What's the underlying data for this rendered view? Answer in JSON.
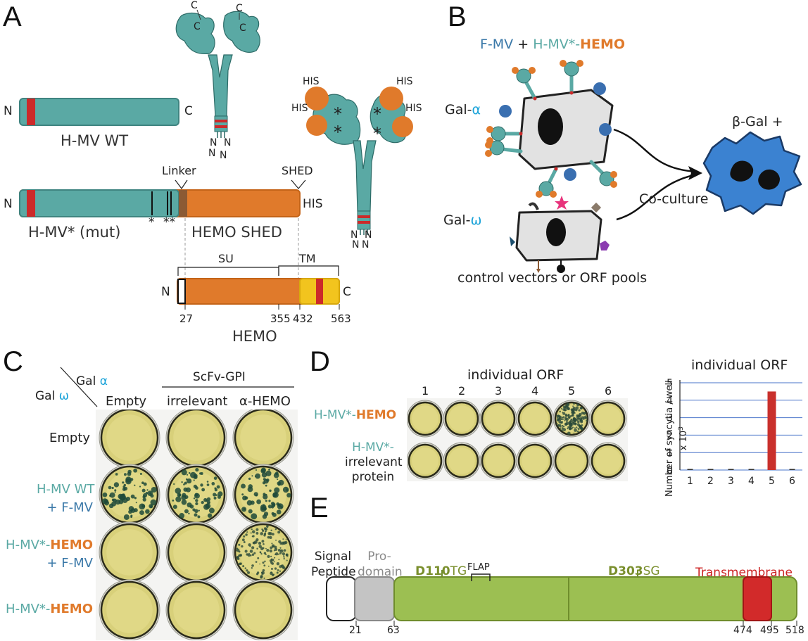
{
  "panels": {
    "a": "A",
    "b": "B",
    "c": "C",
    "d": "D",
    "e": "E"
  },
  "panel_a": {
    "c_term": "C",
    "n_term": "N",
    "his": "HIS",
    "star": "*",
    "stars": "**",
    "hmv_wt": "H-MV WT",
    "hmv_mut": "H-MV* (mut)",
    "hemo_shed": "HEMO SHED",
    "linker": "Linker",
    "shed": "SHED",
    "su": "SU",
    "tm": "TM",
    "pos1": "27",
    "pos2": "355",
    "pos3": "432",
    "pos4": "563",
    "hemo": "HEMO",
    "nnn": "N"
  },
  "panel_b": {
    "fmv": "F-MV",
    "plus": " + ",
    "hmv": "H-MV*-",
    "hemo": "HEMO",
    "gal_alpha_prefix": "Gal-",
    "alpha": "α",
    "gal_omega_prefix": "Gal-",
    "omega": "ω",
    "bgal": "β-Gal +",
    "coculture": "Co-culture",
    "control": "control vectors or ORF pools"
  },
  "panel_c": {
    "gal_alpha": "Gal ",
    "alpha": "α",
    "gal_omega": "Gal ",
    "omega": "ω",
    "scfv": "ScFv-GPI",
    "cols": [
      "Empty",
      "irrelevant",
      "α-HEMO"
    ],
    "rows": [
      {
        "l1": "Empty",
        "l2": ""
      },
      {
        "l1": "H-MV WT",
        "l2": "+ F-MV"
      },
      {
        "l1a": "H-MV*-",
        "l1b": "HEMO",
        "l2": "+ F-MV"
      },
      {
        "l1a": "H-MV*-",
        "l1b": "HEMO",
        "l2": ""
      }
    ],
    "wells": [
      [
        "clear",
        "clear",
        "clear"
      ],
      [
        "syncytia",
        "syncytia",
        "syncytia"
      ],
      [
        "clear",
        "clear",
        "dense"
      ],
      [
        "clear",
        "clear",
        "clear"
      ]
    ]
  },
  "panel_d": {
    "title": "individual ORF",
    "wells": [
      "1",
      "2",
      "3",
      "4",
      "5",
      "6"
    ],
    "row1a": "H-MV*-",
    "row1b": "HEMO",
    "row2a": "H-MV*-",
    "row2b": "irrelevant",
    "row2c": "protein",
    "row1_wells": [
      "clear",
      "clear",
      "clear",
      "clear",
      "dense",
      "clear"
    ],
    "row2_wells": [
      "clear",
      "clear",
      "clear",
      "clear",
      "clear",
      "clear"
    ]
  },
  "chart_data": {
    "type": "bar",
    "title": "individual ORF",
    "ylabel": "Number of syncytia / well",
    "ylabel2": "x 10",
    "ylabel_exp": "3",
    "categories": [
      "1",
      "2",
      "3",
      "4",
      "5",
      "6"
    ],
    "values": [
      0.02,
      0.03,
      0.02,
      0.02,
      4.5,
      0.04
    ],
    "ylim": [
      0,
      5
    ],
    "yticks": [
      "0",
      "1",
      "2",
      "3",
      "4",
      "5"
    ],
    "colors": {
      "bar": "#c9302c",
      "small": "#333333",
      "grid": "#4a74c9"
    }
  },
  "panel_e": {
    "signal": "Signal",
    "peptide": "Peptide",
    "pro": "Pro-",
    "domain": "domain",
    "d110a": "D110",
    "d110b": "TG",
    "flap": "FLAP",
    "d303a": "D303",
    "d303b": "SG",
    "tm": "Transmembrane",
    "n21": "21",
    "n63": "63",
    "n474": "474",
    "n495": "495",
    "n518": "518"
  }
}
